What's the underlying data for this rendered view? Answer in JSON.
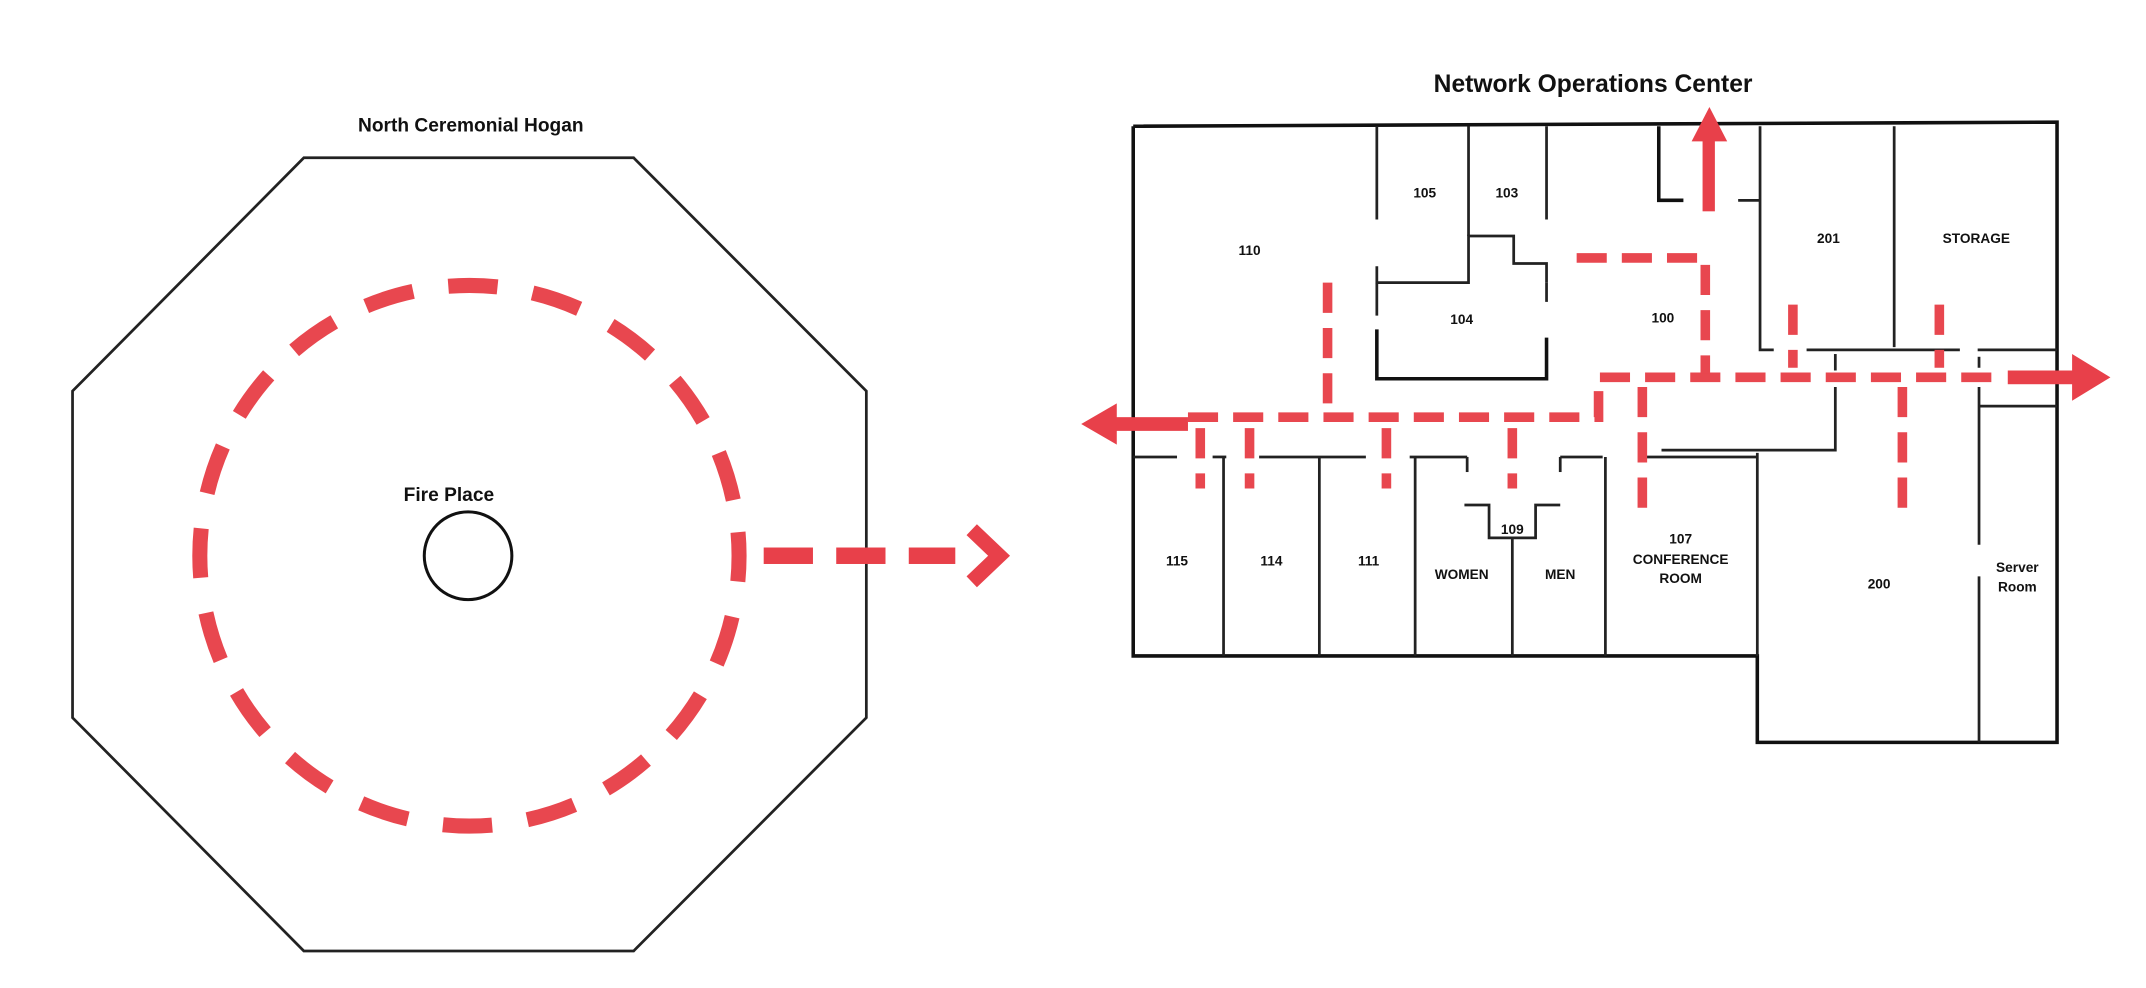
{
  "colors": {
    "route": "#e8474f",
    "walls": "#222222",
    "background": "#ffffff"
  },
  "hogan": {
    "title": "North Ceremonial Hogan",
    "fireplace_label": "Fire Place",
    "exit_direction": "east"
  },
  "noc": {
    "title": "Network Operations Center",
    "rooms": {
      "r110": "110",
      "r105": "105",
      "r103": "103",
      "r104": "104",
      "r100": "100",
      "r201": "201",
      "storage": "STORAGE",
      "r115": "115",
      "r114": "114",
      "r111": "111",
      "r109": "109",
      "women": "WOMEN",
      "men": "MEN",
      "r107": "107",
      "conference_1": "CONFERENCE",
      "conference_2": "ROOM",
      "r200": "200",
      "server_1": "Server",
      "server_2": "Room"
    },
    "exits": [
      "north",
      "west",
      "east"
    ]
  }
}
